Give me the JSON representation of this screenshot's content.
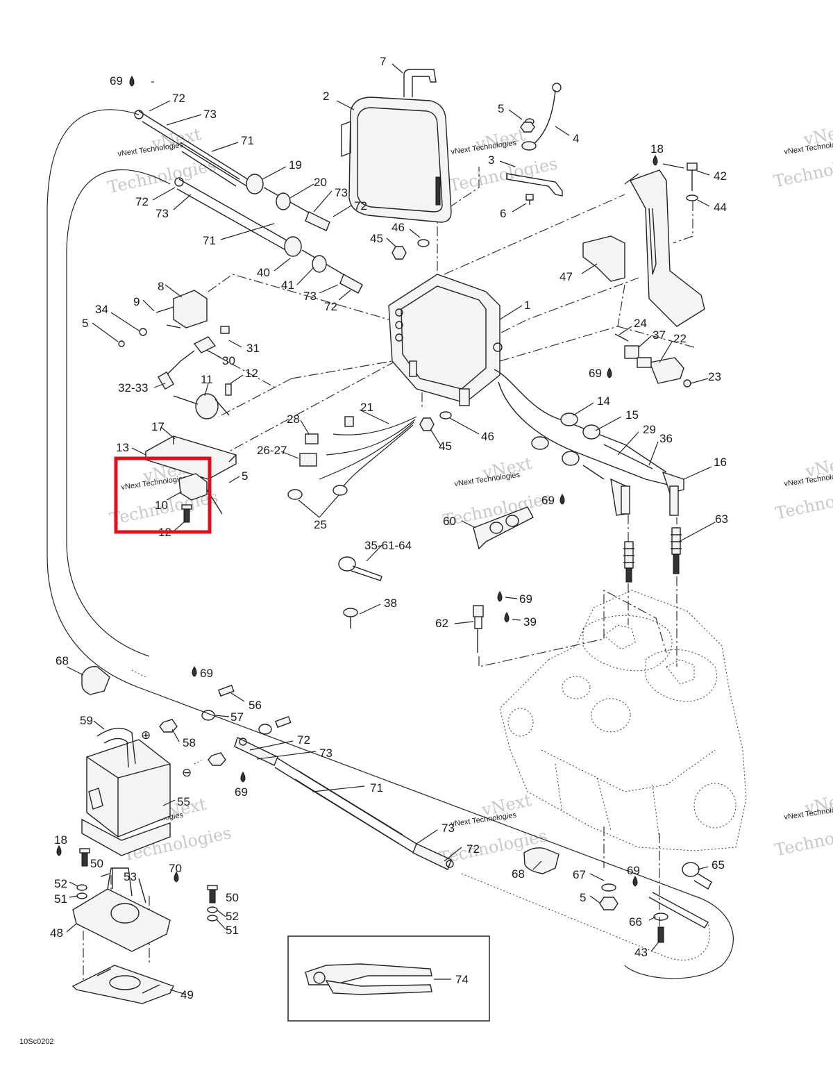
{
  "labels": {
    "p1": "1",
    "p2": "2",
    "p3": "3",
    "p4": "4",
    "p5a": "5",
    "p5b": "5",
    "p5c": "5",
    "p5d": "5",
    "p6": "6",
    "p7": "7",
    "p8": "8",
    "p9": "9",
    "p10": "10",
    "p11": "11",
    "p12a": "12",
    "p12b": "12",
    "p13": "13",
    "p14": "14",
    "p15": "15",
    "p16": "16",
    "p17": "17",
    "p18a": "18",
    "p18b": "18",
    "p19": "19",
    "p20": "20",
    "p21": "21",
    "p22": "22",
    "p23": "23",
    "p24": "24",
    "p25": "25",
    "p26_27": "26-27",
    "p28": "28",
    "p29": "29",
    "p30": "30",
    "p31": "31",
    "p32_33": "32-33",
    "p34": "34",
    "p35_61_64": "35-61-64",
    "p36": "36",
    "p37": "37",
    "p38": "38",
    "p39": "39",
    "p40": "40",
    "p41": "41",
    "p42": "42",
    "p43": "43",
    "p44": "44",
    "p45a": "45",
    "p45b": "45",
    "p46a": "46",
    "p46b": "46",
    "p47": "47",
    "p48": "48",
    "p49": "49",
    "p50a": "50",
    "p50b": "50",
    "p51a": "51",
    "p51b": "51",
    "p52a": "52",
    "p52b": "52",
    "p53": "53",
    "p55": "55",
    "p56": "56",
    "p57": "57",
    "p58": "58",
    "p59": "59",
    "p60": "60",
    "p62": "62",
    "p63": "63",
    "p65": "65",
    "p66": "66",
    "p67": "67",
    "p68a": "68",
    "p68b": "68",
    "p69a": "69",
    "p69b": "69",
    "p69c": "69",
    "p69d": "69",
    "p69e": "69",
    "p69f": "69",
    "p69g": "69",
    "p70": "70",
    "p71a": "71",
    "p71b": "71",
    "p71c": "71",
    "p72a": "72",
    "p72b": "72",
    "p72c": "72",
    "p72d": "72",
    "p72e": "72",
    "p72f": "72",
    "p73a": "73",
    "p73b": "73",
    "p73c": "73",
    "p73d": "73",
    "p73e": "73",
    "p73f": "73",
    "p74": "74"
  },
  "watermark": {
    "line1": "vNext",
    "line2": "vNext Technologies",
    "line3": "Technologies"
  },
  "corner_code": "10Sc0202",
  "highlight": {
    "color": "#e0101a",
    "contains": [
      "10",
      "12"
    ]
  },
  "terminal_symbols": {
    "positive": "⊕",
    "negative": "⊖"
  }
}
